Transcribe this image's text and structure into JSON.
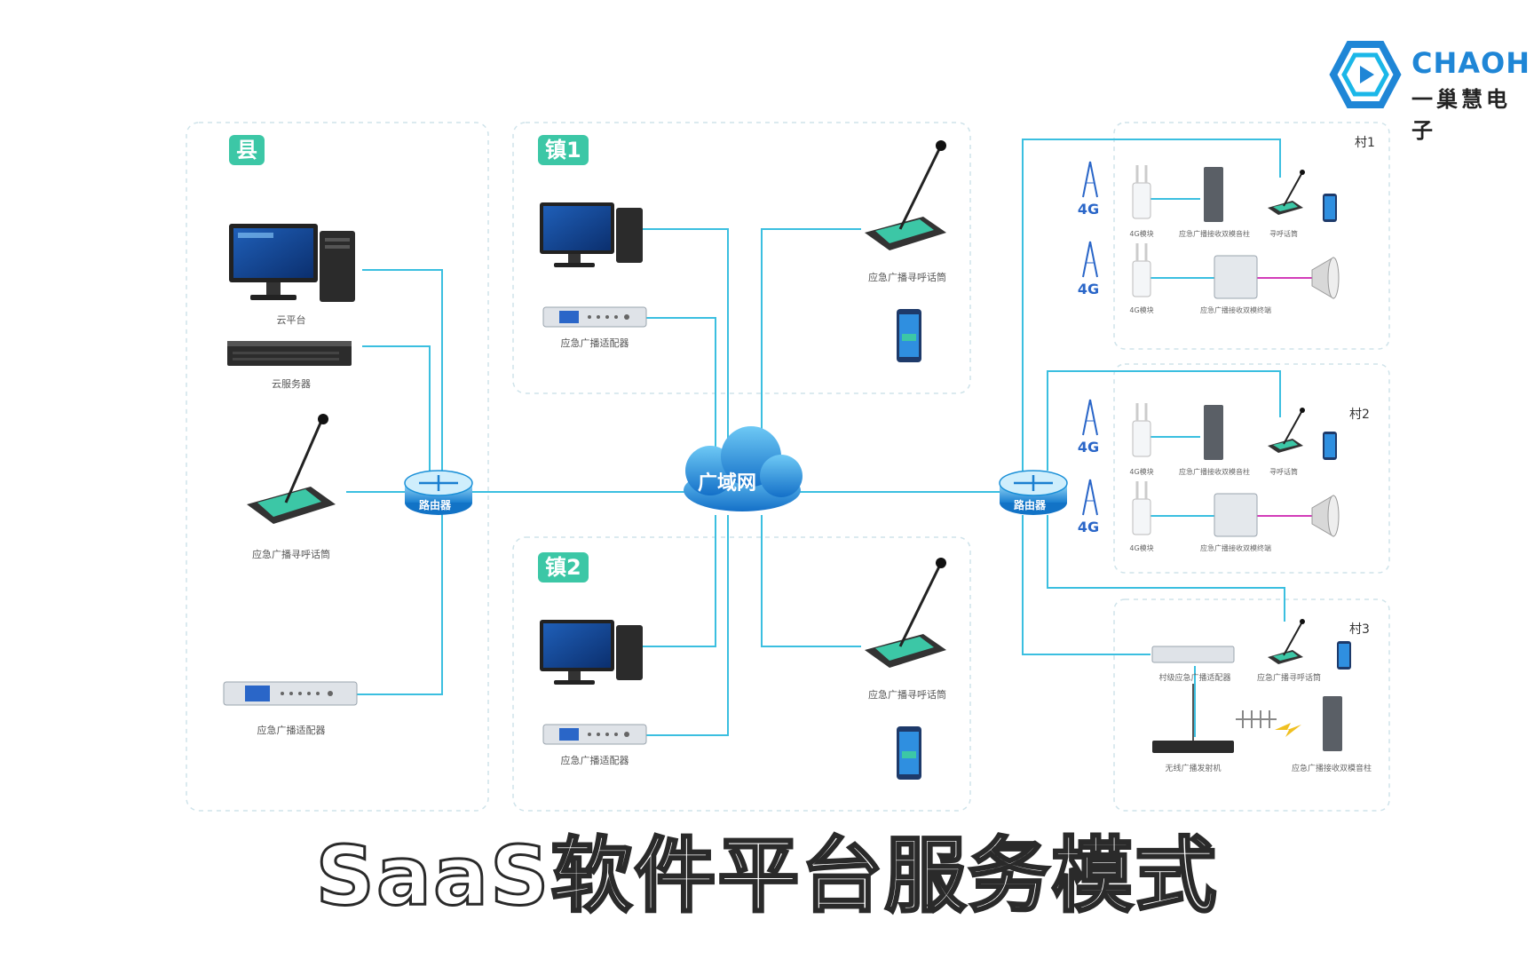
{
  "logo": {
    "brand_en": "CHAOH",
    "brand_cn": "一巢慧电子"
  },
  "regions": {
    "county": "县",
    "town1": "镇1",
    "town2": "镇2"
  },
  "villages": {
    "v1": "村1",
    "v2": "村2",
    "v3": "村3"
  },
  "cloud_label": "广域网",
  "router_label": "路由器",
  "labels": {
    "cloud_platform": "云平台",
    "cloud_server": "云服务器",
    "mic": "应急广播寻呼话筒",
    "adapter": "应急广播适配器",
    "module_4g": "4G模块",
    "column": "应急广播接收双模音柱",
    "pager": "寻呼话筒",
    "terminal": "应急广播接收双模终端",
    "village_adapter": "村级应急广播适配器",
    "village_pager": "应急广播寻呼话筒",
    "fm_transmitter": "无线广播发射机",
    "village_column": "应急广播接收双模音柱",
    "tower": "4G"
  },
  "caption": "SaaS软件平台服务模式",
  "colors": {
    "line": "#3bbfe0",
    "accent": "#3cc7a6",
    "cloud": "#1f86d6",
    "router": "#1a90d8",
    "speaker_line": "#d23cb9"
  }
}
